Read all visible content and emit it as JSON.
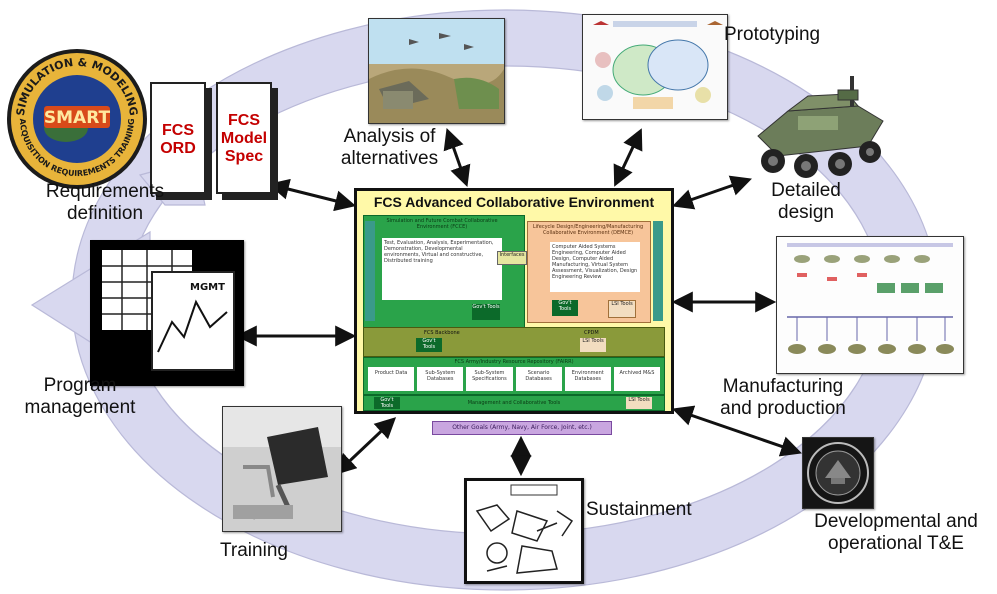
{
  "center": {
    "title": "FCS Advanced Collaborative Environment",
    "left_panel_title": "Simulation and Future Combat Collaborative Environment (FCCE)",
    "left_panel_items": "Test, Evaluation, Analysis, Experimentation, Demonstration, Developmental environments, Virtual and constructive, Distributed training",
    "right_panel_title": "Lifecycle Design/Engineering/Manufacturing Collaborative Environment (DEMCE)",
    "right_panel_items": "Computer Aided Systems Engineering, Computer Aided Design, Computer Aided Manufacturing, Virtual System Assessment, Visualization, Design Engineering Review",
    "govt_tools": "Gov't Tools",
    "lsi_tools": "LSI Tools",
    "interfaces": "Interfaces",
    "backbone": "FCS Backbone",
    "cpdm": "CPDM",
    "repository": "FCS Army/Industry Resource Repository (FAIRR)",
    "repo_items": [
      "Product Data",
      "Sub-System Databases",
      "Sub-System Specifications",
      "Scenario Databases",
      "Environment Databases",
      "Archived M&S"
    ],
    "management_bar": "Management and Collaborative Tools",
    "footer": "Other Goals (Army, Navy, Air Force, Joint, etc.)"
  },
  "nodes": {
    "requirements": "Requirements definition",
    "analysis": "Analysis of alternatives",
    "prototyping": "Prototyping",
    "detailed_design": "Detailed design",
    "manufacturing": "Manufacturing and production",
    "developmental": "Developmental and operational T&E",
    "sustainment": "Sustainment",
    "training": "Training",
    "program_management": "Program management"
  },
  "documents": {
    "ord_line1": "FCS",
    "ord_line2": "ORD",
    "spec_line1": "FCS",
    "spec_line2": "Model",
    "spec_line3": "Spec"
  },
  "seal": {
    "top_text": "SIMULATION & MODELING",
    "center_text": "SMART",
    "bottom_text": "ACQUISITION REQUIREMENTS TRAINING"
  },
  "program_mgmt_screen": {
    "chart_title": "MGMT"
  },
  "colors": {
    "ring": "#dcdcf0",
    "center_bg": "#fff9a8",
    "green": "#29a24a",
    "dark_green": "#0c6a2a",
    "peach": "#f7c59a",
    "olive": "#8a9a3a",
    "purple": "#c9a6e0",
    "red_text": "#c40000"
  }
}
